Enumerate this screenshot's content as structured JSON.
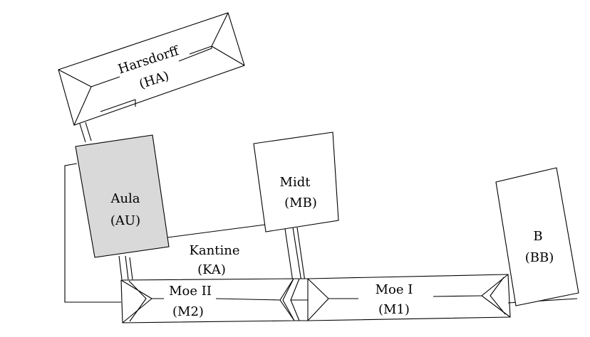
{
  "buildings": {
    "harsdorff": {
      "name": "Harsdorff",
      "code": "(HA)"
    },
    "aula": {
      "name": "Aula",
      "code": "(AU)"
    },
    "midt": {
      "name": "Midt",
      "code": "(MB)"
    },
    "kantine": {
      "name": "Kantine",
      "code": "(KA)"
    },
    "moe2": {
      "name": "Moe II",
      "code": "(M2)"
    },
    "moe1": {
      "name": "Moe I",
      "code": "(M1)"
    },
    "b": {
      "name": "B",
      "code": "(BB)"
    }
  },
  "colors": {
    "aula_fill": "#d9d9d9",
    "stroke": "#000000",
    "background": "#ffffff"
  }
}
